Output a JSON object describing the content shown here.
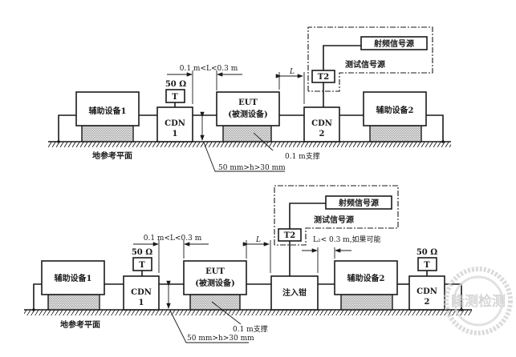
{
  "diagram_top": {
    "aux1": "辅助设备1",
    "aux2": "辅助设备2",
    "cdn1": [
      "CDN",
      "1"
    ],
    "cdn2": [
      "CDN",
      "2"
    ],
    "term": "T",
    "term_ohm": "50 Ω",
    "eut": [
      "EUT",
      "(被测设备)"
    ],
    "t2": "T2",
    "rf_source": "射频信号源",
    "test_source": "测试信号源",
    "dist_L_range": "0.1 m<L<0.3 m",
    "dist_L": "L",
    "ground_plane": "地参考平面",
    "support": "0.1 m支撑",
    "height": "50 mm>h>30 mm"
  },
  "diagram_bottom": {
    "aux1": "辅助设备1",
    "aux2": "辅助设备2",
    "cdn1": [
      "CDN",
      "1"
    ],
    "cdn2": [
      "CDN",
      "2"
    ],
    "term": "T",
    "term_ohm": "50 Ω",
    "eut": [
      "EUT",
      "(被测设备)"
    ],
    "clamp": "注入钳",
    "t2": "T2",
    "rf_source": "射频信号源",
    "test_source": "测试信号源",
    "dist_L_range": "0.1 m<L<0.3 m",
    "dist_L": "L",
    "dist_L2": "L₂< 0.3 m,如果可能",
    "ground_plane": "地参考平面",
    "support": "0.1 m支撑",
    "height": "50 mm>h>30 mm"
  },
  "watermark": "隆测检测"
}
